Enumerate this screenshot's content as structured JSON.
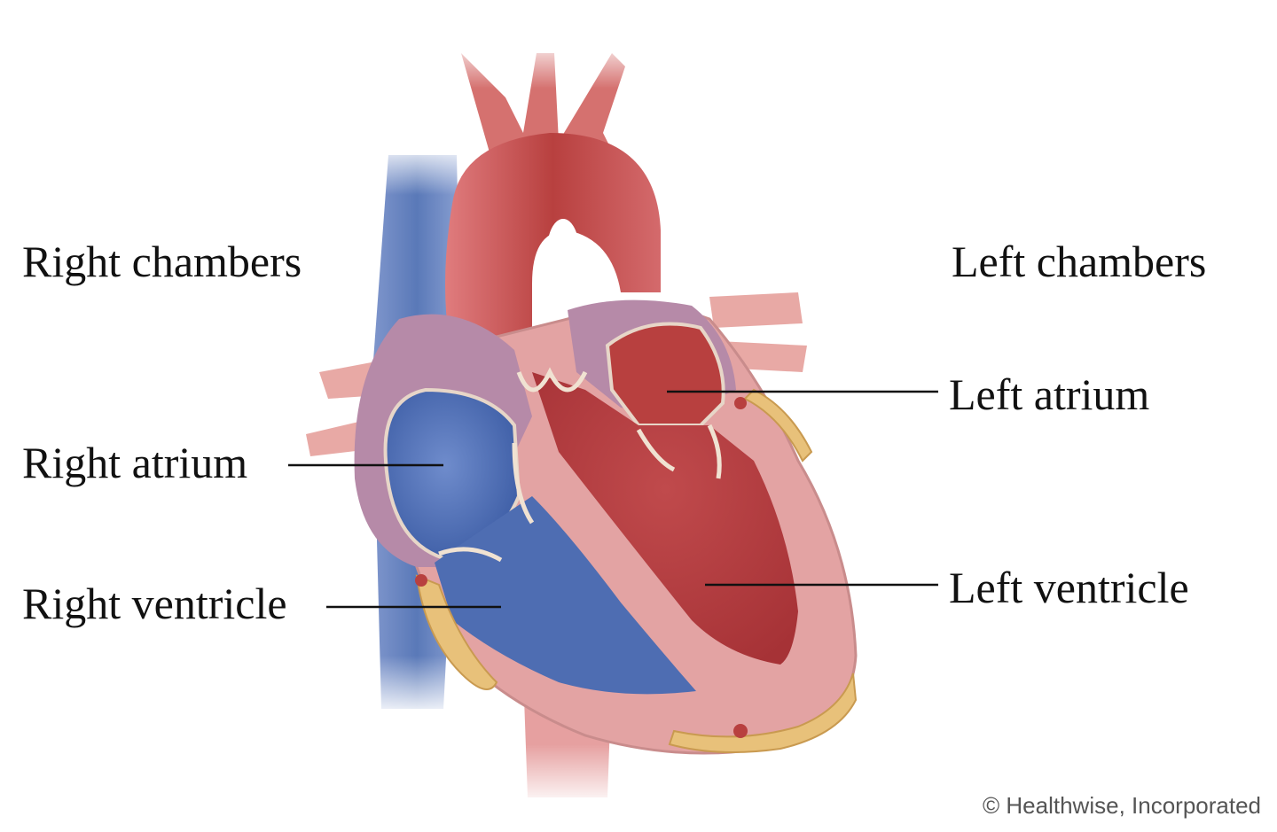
{
  "diagram": {
    "headings": {
      "right_side": "Right chambers",
      "left_side": "Left chambers"
    },
    "labels": {
      "right_atrium": "Right atrium",
      "right_ventricle": "Right ventricle",
      "left_atrium": "Left atrium",
      "left_ventricle": "Left ventricle"
    },
    "credit": "© Healthwise, Incorporated",
    "colors": {
      "arterial_red": "#b2383c",
      "arterial_light": "#d9676a",
      "venous_blue": "#4a6cb0",
      "venous_light": "#8fa6d6",
      "muscle_pink": "#e3a3a3",
      "atrial_mauve": "#b68aa8",
      "fat_yellow": "#e8c17a",
      "leader_line": "#111111"
    }
  }
}
